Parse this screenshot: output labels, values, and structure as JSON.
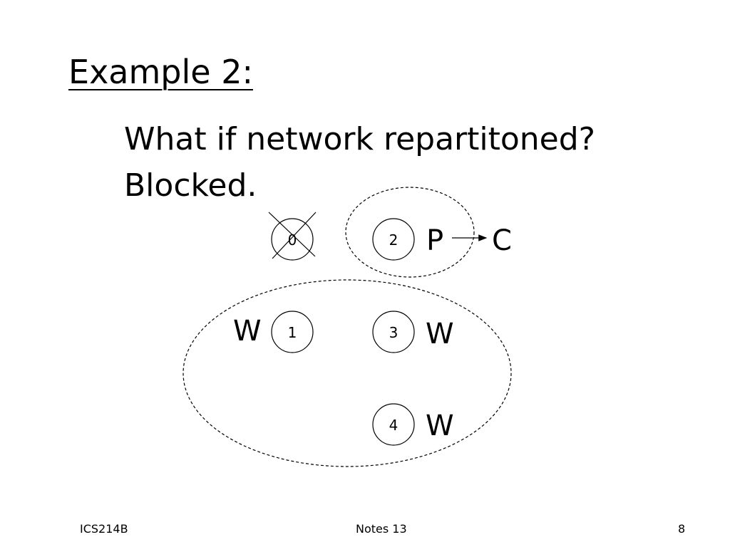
{
  "slide": {
    "title": "Example 2:",
    "lines": [
      "What if network repartitoned?",
      "Blocked."
    ]
  },
  "diagram": {
    "nodes": [
      {
        "id": "0",
        "crossed": true,
        "state": ""
      },
      {
        "id": "1",
        "crossed": false,
        "state": "W"
      },
      {
        "id": "2",
        "crossed": false,
        "state": "P"
      },
      {
        "id": "3",
        "crossed": false,
        "state": "W"
      },
      {
        "id": "4",
        "crossed": false,
        "state": "W"
      }
    ],
    "transition_target": "C",
    "partitions": [
      [
        "2"
      ],
      [
        "1",
        "3",
        "4"
      ]
    ]
  },
  "footer": {
    "left": "ICS214B",
    "center": "Notes 13",
    "right": "8"
  }
}
